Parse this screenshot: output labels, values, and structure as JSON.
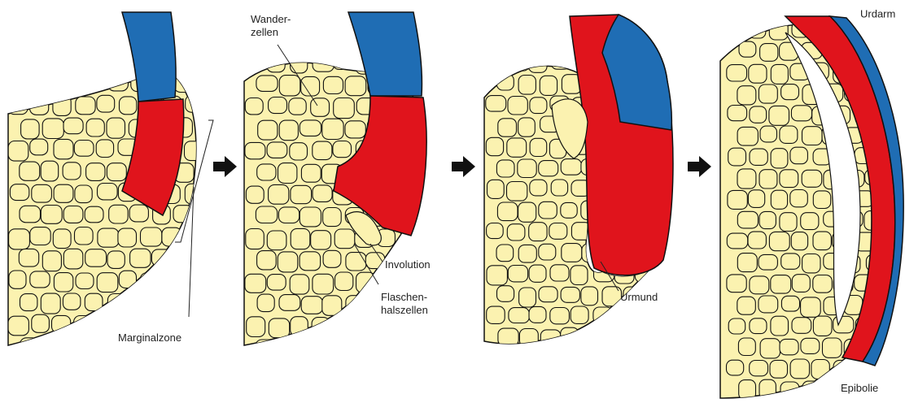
{
  "labels": {
    "marginalzone": "Marginalzone",
    "wander_line1": "Wander-",
    "wander_line2": "zellen",
    "involution": "Involution",
    "flaschen_line1": "Flaschen-",
    "flaschen_line2": "halszellen",
    "urmund": "Urmund",
    "urdarm": "Urdarm",
    "epibolie": "Epibolie"
  },
  "colors": {
    "yolk_cell": "#fbf2b0",
    "mesoderm": "#e0141c",
    "ectoderm": "#1f6db4",
    "outline": "#111111",
    "arrow": "#111111"
  },
  "stages": 4
}
